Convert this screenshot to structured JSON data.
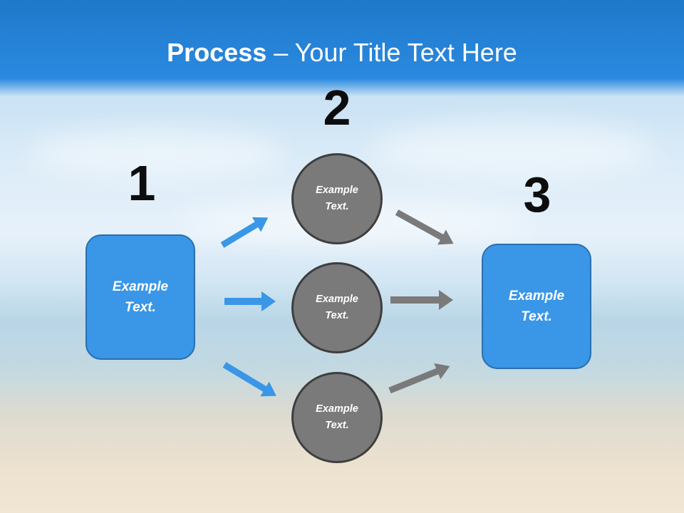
{
  "title": {
    "bold": "Process",
    "rest": " – Your Title Text Here"
  },
  "steps": [
    {
      "number": "1",
      "text": "Example Text."
    },
    {
      "number": "2",
      "items": [
        "Example Text.",
        "Example Text.",
        "Example Text."
      ]
    },
    {
      "number": "3",
      "text": "Example Text."
    }
  ],
  "colors": {
    "box_fill": "#3a96e6",
    "box_border": "#2a6fb0",
    "circle_fill": "#7a7a7a",
    "circle_border": "#3e3e3e",
    "arrow_in": "#3a96e6",
    "arrow_out": "#7a7a7a",
    "title_bar": "#1f78c9"
  }
}
